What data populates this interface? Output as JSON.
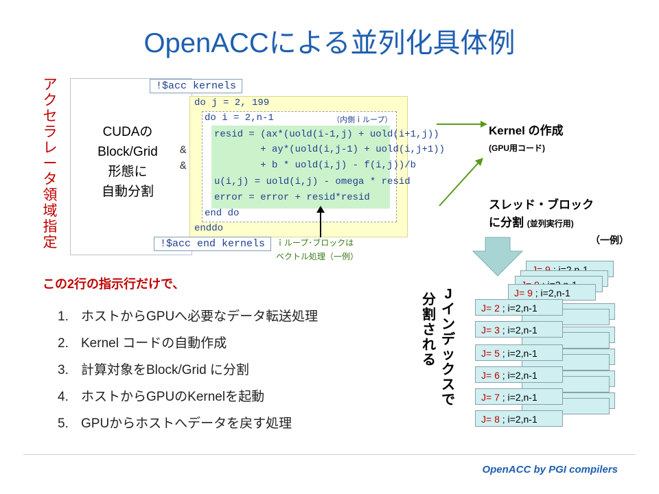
{
  "title": "OpenACCによる並列化具体例",
  "vertical_label": [
    "ア",
    "ク",
    "セ",
    "ラ",
    "レ",
    "ー",
    "タ",
    "領",
    "域",
    "指",
    "定"
  ],
  "acc_kernels": "!$acc kernels",
  "acc_end_kernels": "!$acc end kernels",
  "cuda_text": [
    "CUDAの",
    "Block/Grid",
    "形態に",
    "自動分割"
  ],
  "amp": "&",
  "code": {
    "outer_do": "do j = 2, 199",
    "inner_do": "do i = 2,n-1",
    "inner_note": "（内側ｉループ）",
    "resid_lines": [
      "resid = (ax*(uold(i-1,j) + uold(i+1,j))",
      "        + ay*(uold(i,j-1) + uold(i,j+1))",
      "        + b * uold(i,j) - f(i,j))/b"
    ],
    "u_line": "u(i,j) = uold(i,j) - omega * resid",
    "error_line": "error = error + resid*resid",
    "end_do": "end do",
    "enddo": "enddo"
  },
  "vector_note": [
    "ｉループ･ブロックは",
    "ベクトル処理（一例）"
  ],
  "kernel_label": "Kernel の作成",
  "kernel_sub": "(GPU用コード)",
  "thread_label_1": "スレッド・ブロック",
  "thread_label_2": "に分割",
  "thread_sub": "(並列実行用)",
  "thread_example": "（一例）",
  "red_heading": "この2行の指示行だけで、",
  "list": [
    {
      "num": "1.",
      "text": "ホストからGPUへ必要なデータ転送処理"
    },
    {
      "num": "2.",
      "text": "Kernel コードの自動作成"
    },
    {
      "num": "3.",
      "text": "計算対象をBlock/Grid に分割"
    },
    {
      "num": "4.",
      "text": "ホストからGPUのKernelを起動"
    },
    {
      "num": "5.",
      "text": "GPUからホストへデータを戻す処理"
    }
  ],
  "j_vertical_1": [
    "J",
    "イ",
    "ン",
    "デ",
    "ッ",
    "ク",
    "ス",
    "で"
  ],
  "j_vertical_2": [
    "分",
    "割",
    "さ",
    "れ",
    "る"
  ],
  "cards_front": [
    {
      "j": "J= 2",
      "range": " ; i=2,n-1"
    },
    {
      "j": "J= 3",
      "range": " ; i=2,n-1"
    },
    {
      "j": "J= 5",
      "range": " ; i=2,n-1"
    },
    {
      "j": "J= 6",
      "range": " ; i=2,n-1"
    },
    {
      "j": "J= 7",
      "range": " ; i=2,n-1"
    },
    {
      "j": "J= 8",
      "range": " ; i=2,n-1"
    }
  ],
  "card_back_top": {
    "j": "J= 9",
    "range": " ; i=2,n-1"
  },
  "card_back_generic": {
    "j": "J= 9",
    "range": " ; i=2,n-1"
  },
  "footer": "OpenACC by PGI compilers",
  "colors": {
    "title": "#1f5fb0",
    "red": "#c00000",
    "code": "#1f3f8f",
    "green_bg": "#ccf2cc",
    "yellow_bg": "#ffffcc",
    "card_bg": "#cfeff0",
    "arrow": "#5a9a1a",
    "down_arrow": "#a9d4d4"
  }
}
